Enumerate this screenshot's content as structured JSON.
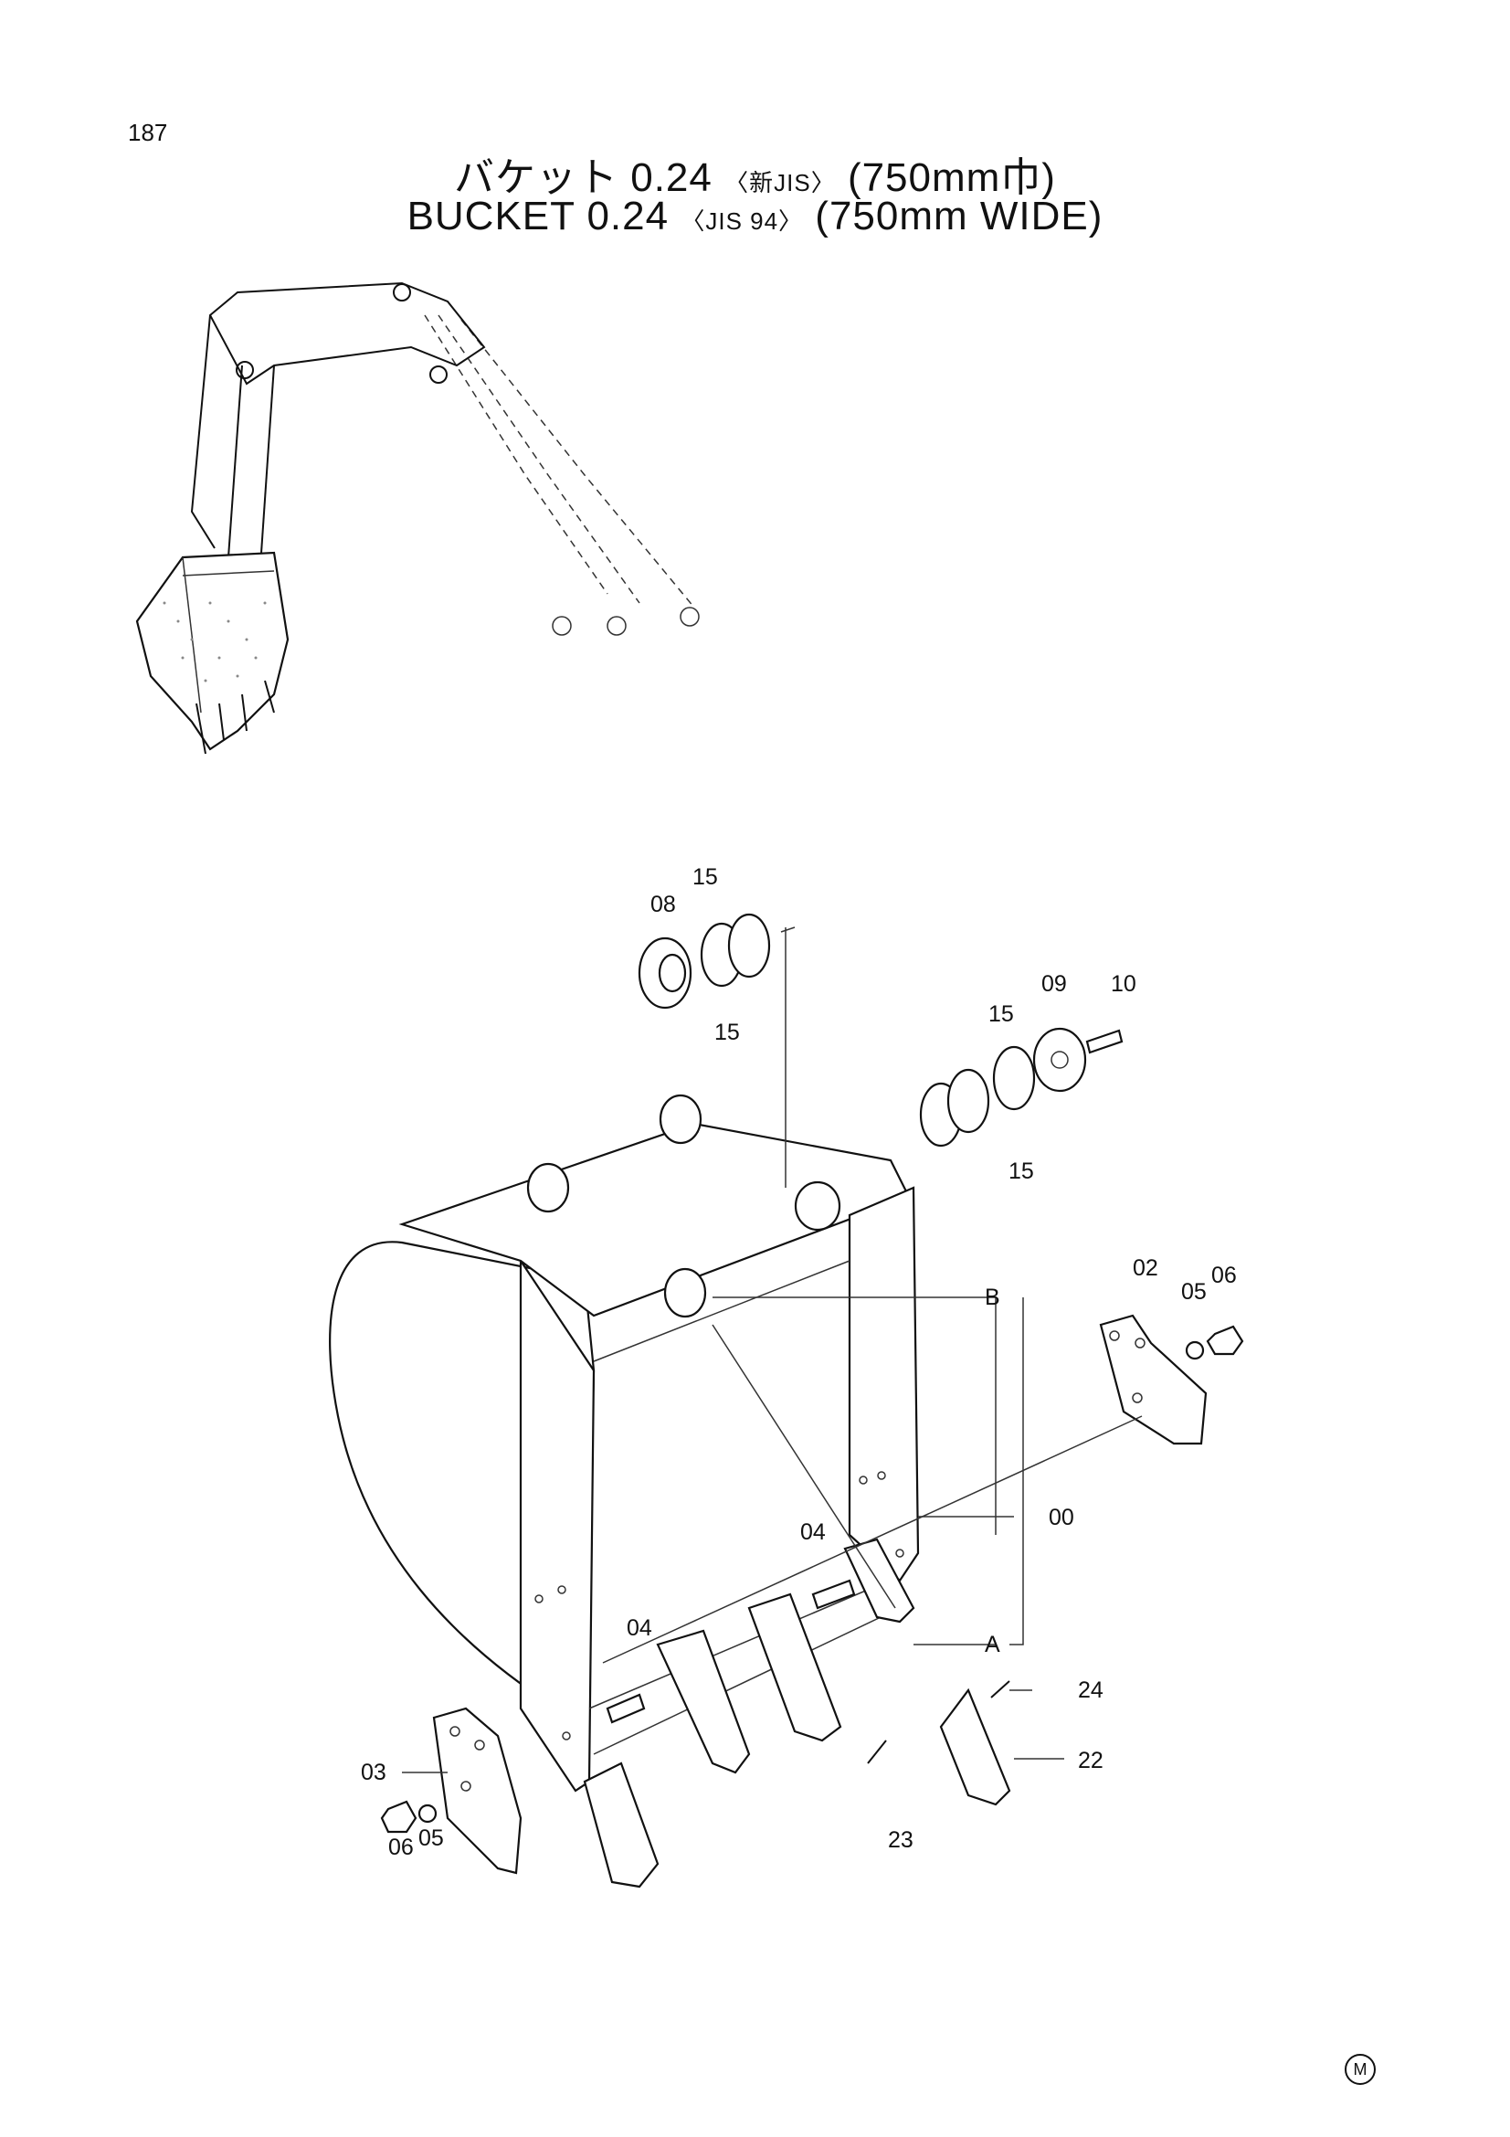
{
  "page_number": "187",
  "title_ja": {
    "main": "バケット 0.24",
    "bracket": "〈新JIS〉",
    "width": "(750mm巾)"
  },
  "title_en": {
    "main": "BUCKET 0.24",
    "bracket": "〈JIS 94〉",
    "width": "(750mm WIDE)"
  },
  "callouts": {
    "c00": "00",
    "c02": "02",
    "c03": "03",
    "c04a": "04",
    "c04b": "04",
    "c05a": "05",
    "c05b": "05",
    "c06a": "06",
    "c06b": "06",
    "c08": "08",
    "c09": "09",
    "c10": "10",
    "c15a": "15",
    "c15b": "15",
    "c15c": "15",
    "c15d": "15",
    "c22": "22",
    "c23": "23",
    "c24": "24",
    "cA": "A",
    "cB": "B"
  },
  "mark": "M"
}
